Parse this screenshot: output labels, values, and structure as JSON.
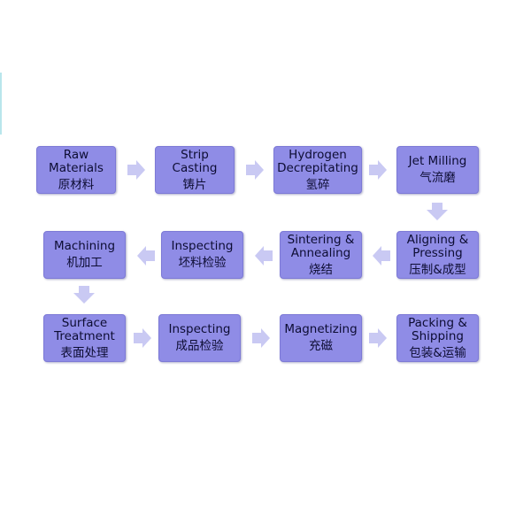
{
  "steps": [
    {
      "en": "Raw\nMaterials",
      "zh": "原材料"
    },
    {
      "en": "Strip\nCasting",
      "zh": "铸片"
    },
    {
      "en": "Hydrogen\nDecrepitating",
      "zh": "氢碎"
    },
    {
      "en": "Jet Milling",
      "zh": "气流磨"
    },
    {
      "en": "Aligning &\nPressing",
      "zh": "压制&成型"
    },
    {
      "en": "Sintering &\nAnnealing",
      "zh": "烧结"
    },
    {
      "en": "Inspecting",
      "zh": "坯料检验"
    },
    {
      "en": "Machining",
      "zh": "机加工"
    },
    {
      "en": "Surface\nTreatment",
      "zh": "表面处理"
    },
    {
      "en": "Inspecting",
      "zh": "成品检验"
    },
    {
      "en": "Magnetizing",
      "zh": "充磁"
    },
    {
      "en": "Packing &\nShipping",
      "zh": "包装&运输"
    }
  ],
  "colors": {
    "box_fill": "#8f8ce6",
    "arrow_fill": "#c9c9f3",
    "text": "#0d0d33"
  }
}
